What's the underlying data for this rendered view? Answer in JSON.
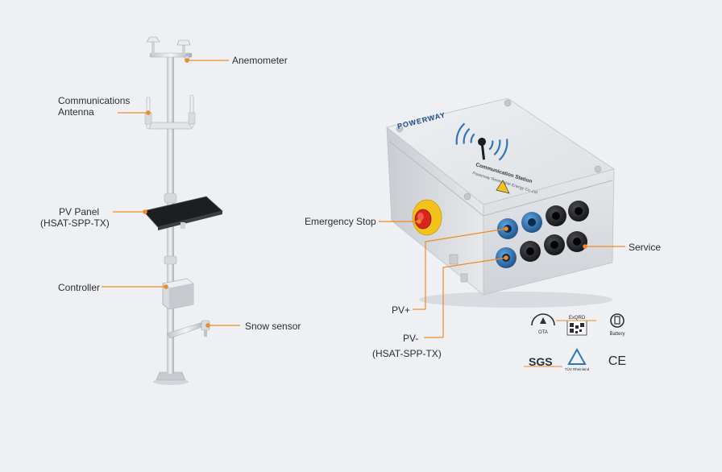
{
  "left_labels": {
    "anemometer": "Anemometer",
    "antenna_line1": "Communications",
    "antenna_line2": "Antenna",
    "pv_panel_line1": "PV Panel",
    "pv_panel_line2": "(HSAT-SPP-TX)",
    "controller": "Controller",
    "snow_sensor": "Snow sensor"
  },
  "right_labels": {
    "emergency_stop": "Emergency Stop",
    "service": "Service",
    "pv_plus": "PV+",
    "pv_minus_line1": "PV-",
    "pv_minus_line2": "(HSAT-SPP-TX)"
  },
  "box": {
    "brand": "POWERWAY",
    "title": "Communication Station",
    "subtitle": "Powerway Renewable Energy Co.,Ltd"
  },
  "certifications": {
    "ota": "OTA",
    "exqrd": "ExQRD",
    "battery": "Battery",
    "sgs": "SGS",
    "tuv": "TÜV Rheinland",
    "ce": "CE"
  },
  "colors": {
    "accent": "#f08a24",
    "background": "#eef0f4",
    "text": "#2a2d35",
    "box_body": "#dfe1e5",
    "gland_blue": "#2f76b8",
    "gland_black": "#1d1e22",
    "estop_yellow": "#f3c21b",
    "estop_red": "#d8241c"
  }
}
